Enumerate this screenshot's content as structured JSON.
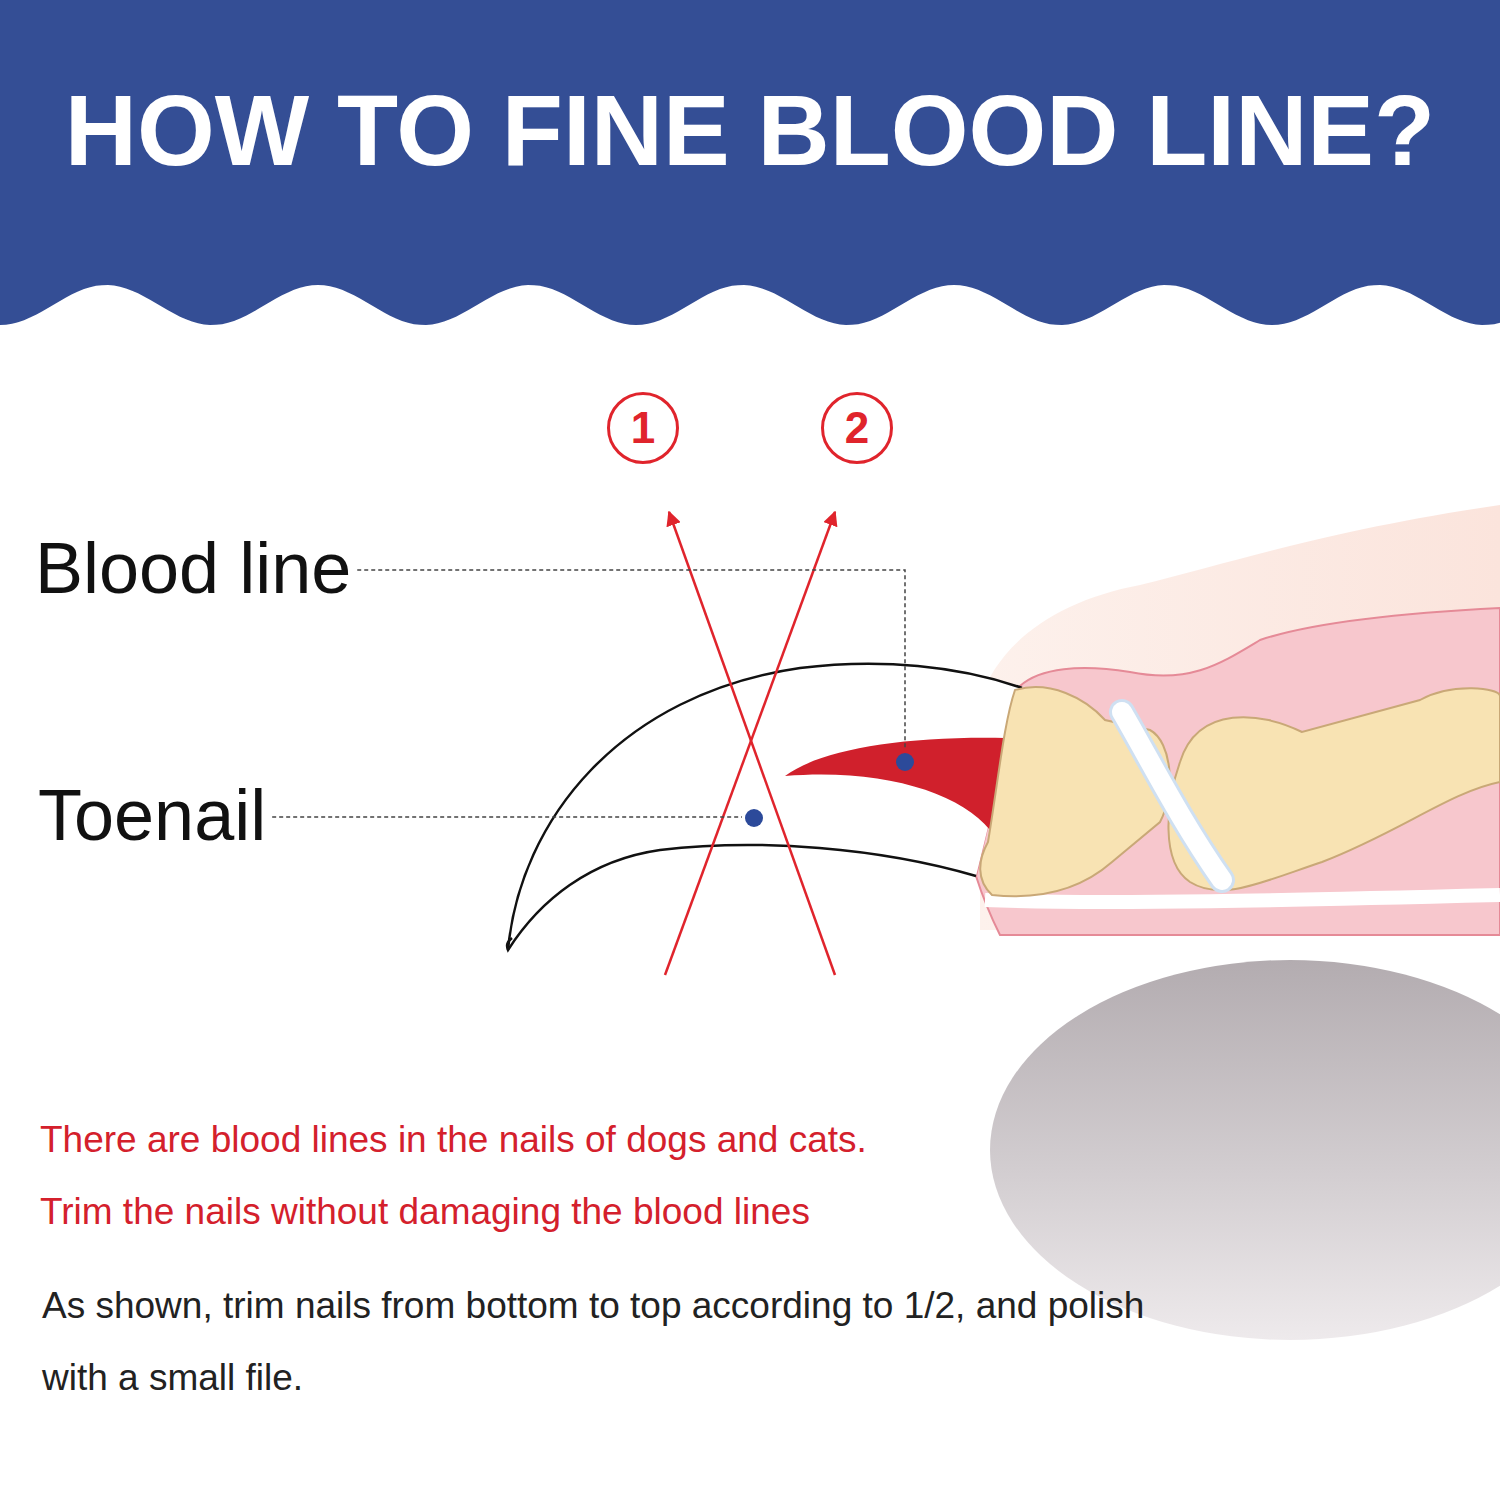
{
  "diagram": {
    "title": "HOW TO FINE BLOOD LINE?",
    "nodes": [
      {
        "text": [
          "1"
        ]
      },
      {
        "text": [
          "2"
        ]
      }
    ],
    "labels": [
      "Blood line",
      "Toenail",
      "There are blood lines in the nails of dogs and cats.",
      "Trim the nails without damaging the blood lines",
      "As shown, trim nails from bottom to top according to 1/2, and polish with a small file."
    ]
  }
}
